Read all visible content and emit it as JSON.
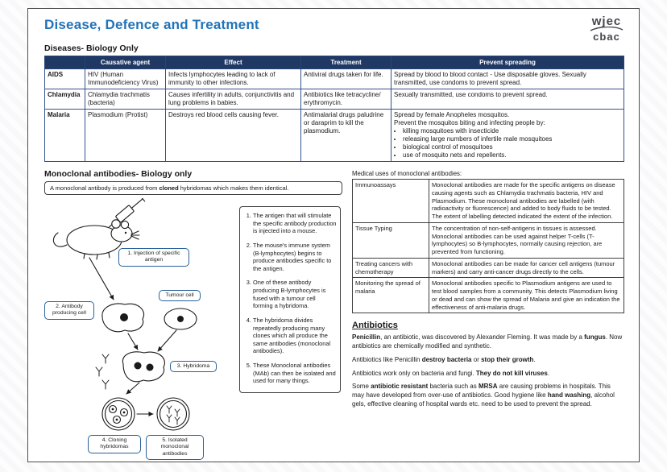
{
  "page": {
    "title": "Disease, Defence and Treatment",
    "logo": {
      "line1": "wjec",
      "line2": "cbac"
    }
  },
  "colors": {
    "title_blue": "#2273b8",
    "table_header_bg": "#1f3864",
    "table_border": "#33518e",
    "label_border": "#2a6099"
  },
  "diseases": {
    "heading": "Diseases- Biology Only",
    "table": {
      "headers": {
        "agent": "Causative agent",
        "effect": "Effect",
        "treatment": "Treatment",
        "prevent": "Prevent spreading"
      },
      "rows": [
        {
          "name": "AIDS",
          "agent": "HIV (Human Immunodeficiency Virus)",
          "effect": "Infects lymphocytes leading to lack of immunity to other infections.",
          "treatment": "Antiviral drugs taken for life.",
          "prevent": "Spread by blood to blood contact - Use disposable gloves. Sexually transmitted, use condoms to prevent spread."
        },
        {
          "name": "Chlamydia",
          "agent": "Chlamydia trachmatis (bacteria)",
          "effect": "Causes infertility in adults, conjunctivitis and lung problems in babies.",
          "treatment": "Antibiotics like tetracycline/ erythromycin.",
          "prevent": "Sexually transmitted, use condoms to prevent spread."
        },
        {
          "name": "Malaria",
          "agent": "Plasmodium (Protist)",
          "effect": "Destroys red blood cells causing fever.",
          "treatment": "Antimalarial drugs paludrine or daraprim to kill the plasmodium.",
          "prevent_line1": "Spread by female Anopheles mosquitos.",
          "prevent_line2": "Prevent the mosquitos biting and infecting people by:",
          "prevent_bullets": [
            "killing mosquitoes with insecticide",
            "releasing large numbers of infertile male mosquitoes",
            "biological control of mosquitoes",
            "use of mosquito nets and repellents."
          ]
        }
      ]
    }
  },
  "monoclonal": {
    "heading": "Monoclonal antibodies- Biology only",
    "intro_segments": [
      {
        "t": "A monoclonal antibody is produced from "
      },
      {
        "t": "cloned",
        "b": true
      },
      {
        "t": " hybridomas which makes them identical."
      }
    ],
    "diagram_labels": {
      "injection": "1. Injection of specific antigen",
      "antibody_cell": "2. Antibody producing cell",
      "tumour_cell": "Tumour cell",
      "hybridoma": "3. Hybridoma",
      "cloning": "4. Cloning hybridomas",
      "isolated": "5. Isolated monoclonal antibodies"
    },
    "steps": [
      "The antigen that will stimulate the specific antibody production is injected into a mouse.",
      "The mouse's immune system (B-lymphocytes) begins to produce antibodies specific to the antigen.",
      "One of these antibody producing B-lymphocytes is fused with a tumour cell forming a hybridoma.",
      "The hybridoma divides repeatedly producing many clones which all produce the same antibodies (monoclonal antibodies).",
      "These Monoclonal antibodies (MAb) can then be isolated and used for many things."
    ]
  },
  "medical_uses": {
    "heading": "Medical uses of monoclonal antibodies:",
    "rows": [
      {
        "use": "Immunoassays",
        "desc": "Monoclonal antibodies are made for the specific antigens on disease causing agents such as Chlamydia trachmatis bacteria, HIV and Plasmodium. These monoclonal antibodies are labelled (with radioactivity or fluorescence) and added to body fluids to be tested. The extent of labelling detected indicated the extent of the infection."
      },
      {
        "use": "Tissue Typing",
        "desc": "The concentration of non-self-antigens in tissues is assessed. Monoclonal antibodies can be used against helper T-cells (T-lymphocytes) so B-lymphocytes, normally causing rejection, are prevented from functioning."
      },
      {
        "use": "Treating cancers with chemotherapy",
        "desc": "Monoclonal antibodies can be made for cancer cell antigens (tumour markers) and carry anti-cancer drugs directly to the cells."
      },
      {
        "use": "Monitoring the spread of malaria",
        "desc": "Monoclonal antibodies specific to Plasmodium antigens are used to test blood samples from a community. This detects Plasmodium living or dead and can show the spread of Malaria and give an indication the effectiveness of anti-malaria drugs."
      }
    ]
  },
  "antibiotics": {
    "heading": "Antibiotics",
    "p1": [
      {
        "t": "Penicillin",
        "b": true
      },
      {
        "t": ", an antibiotic, was discovered by Alexander Fleming. It was made by a "
      },
      {
        "t": "fungus",
        "b": true
      },
      {
        "t": ". Now antibiotics are chemically modified and synthetic."
      }
    ],
    "p2": [
      {
        "t": "Antibiotics like Penicillin "
      },
      {
        "t": "destroy bacteria",
        "b": true
      },
      {
        "t": " or "
      },
      {
        "t": "stop their growth",
        "b": true
      },
      {
        "t": "."
      }
    ],
    "p3": [
      {
        "t": "Antibiotics work only on bacteria and fungi. "
      },
      {
        "t": "They do not kill viruses",
        "b": true
      },
      {
        "t": "."
      }
    ],
    "p4": [
      {
        "t": "Some "
      },
      {
        "t": "antibiotic resistant",
        "b": true
      },
      {
        "t": " bacteria such as "
      },
      {
        "t": "MRSA",
        "b": true
      },
      {
        "t": " are causing problems in hospitals. This may have developed from over-use of antibiotics. Good hygiene like "
      },
      {
        "t": "hand washing",
        "b": true
      },
      {
        "t": ", alcohol gels, effective cleaning of hospital wards etc. need to be used to prevent the spread."
      }
    ]
  }
}
